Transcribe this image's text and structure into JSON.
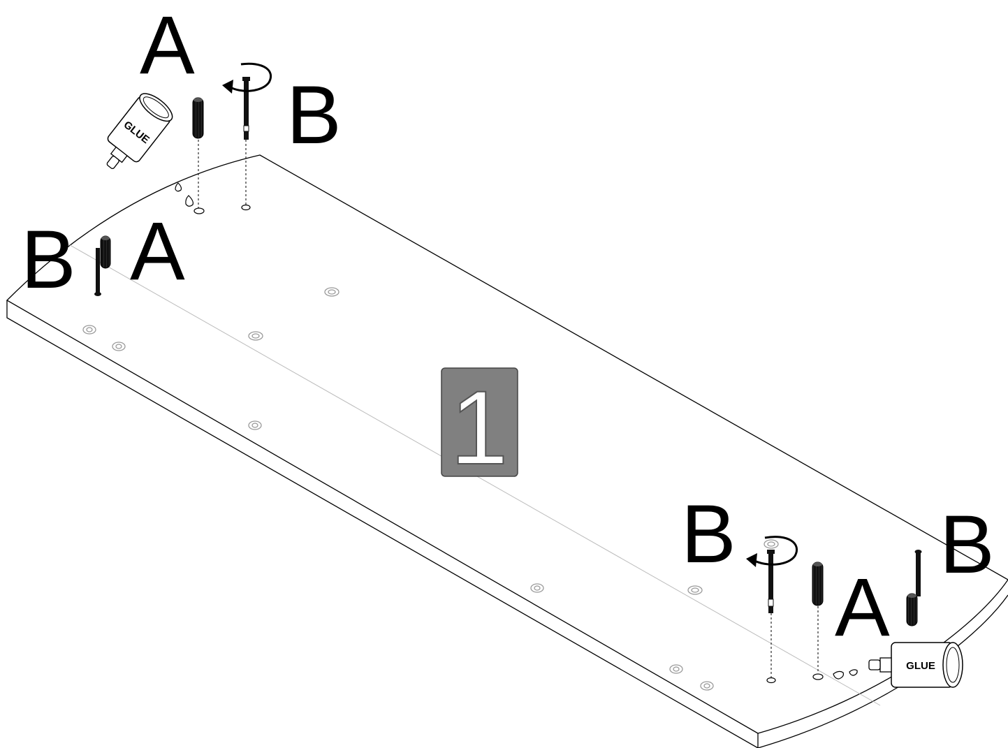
{
  "diagram": {
    "step_number": "1",
    "part_labels": {
      "dowel": "A",
      "screw": "B"
    },
    "glue_label": "GLUE",
    "colors": {
      "line": "#000000",
      "step_box": "#808080",
      "hole": "#999999"
    }
  }
}
